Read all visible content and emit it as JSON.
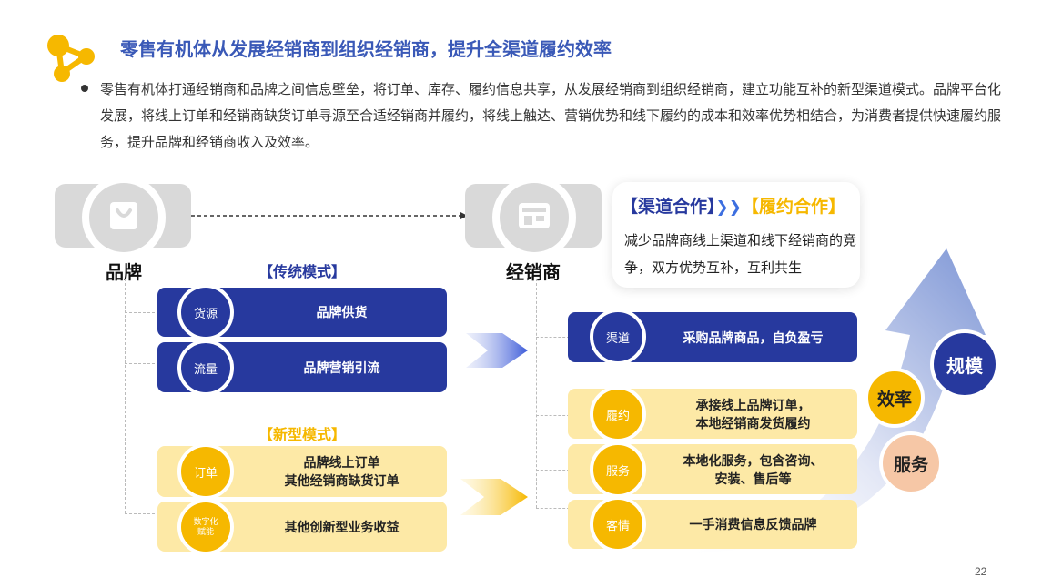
{
  "title": "零售有机体从发展经销商到组织经销商，提升全渠道履约效率",
  "body_text": "零售有机体打通经销商和品牌之间信息壁垒，将订单、库存、履约信息共享，从发展经销商到组织经销商，建立功能互补的新型渠道模式。品牌平台化发展，将线上订单和经销商缺货订单寻源至合适经销商并履约，将线上触达、营销优势和线下履约的成本和效率优势相结合，为消费者提供快速履约服务，提升品牌和经销商收入及效率。",
  "brand": {
    "label": "品牌",
    "icon": "shopping-bag-icon"
  },
  "dealer": {
    "label": "经销商",
    "icon": "storefront-icon"
  },
  "traditional": {
    "label": "【传统模式】",
    "rows": [
      {
        "tag": "货源",
        "text": "品牌供货"
      },
      {
        "tag": "流量",
        "text": "品牌营销引流"
      }
    ]
  },
  "new_mode": {
    "label": "【新型模式】",
    "rows": [
      {
        "tag": "订单",
        "line1": "品牌线上订单",
        "line2": "其他经销商缺货订单"
      },
      {
        "tag1": "数字化",
        "tag2": "赋能",
        "text": "其他创新型业务收益"
      }
    ]
  },
  "callout": {
    "left": "【渠道合作】",
    "arrows": "❯❯",
    "right": "【履约合作】",
    "body": "减少品牌商线上渠道和线下经销商的竞争，双方优势互补，互利共生"
  },
  "dealer_rows": [
    {
      "tag": "渠道",
      "line1": "采购品牌商品，自负盈亏",
      "line2": ""
    },
    {
      "tag": "履约",
      "line1": "承接线上品牌订单，",
      "line2": "本地经销商发货履约"
    },
    {
      "tag": "服务",
      "line1": "本地化服务，包含咨询、",
      "line2": "安装、售后等"
    },
    {
      "tag": "客情",
      "line1": "一手消费信息反馈品牌",
      "line2": ""
    }
  ],
  "growth": {
    "scale": "规模",
    "efficiency": "效率",
    "service": "服务"
  },
  "page_number": "22",
  "colors": {
    "blue": "#27399e",
    "yellow": "#f6b800",
    "light_yellow": "#fde9a6",
    "title_blue": "#3a59b7"
  }
}
